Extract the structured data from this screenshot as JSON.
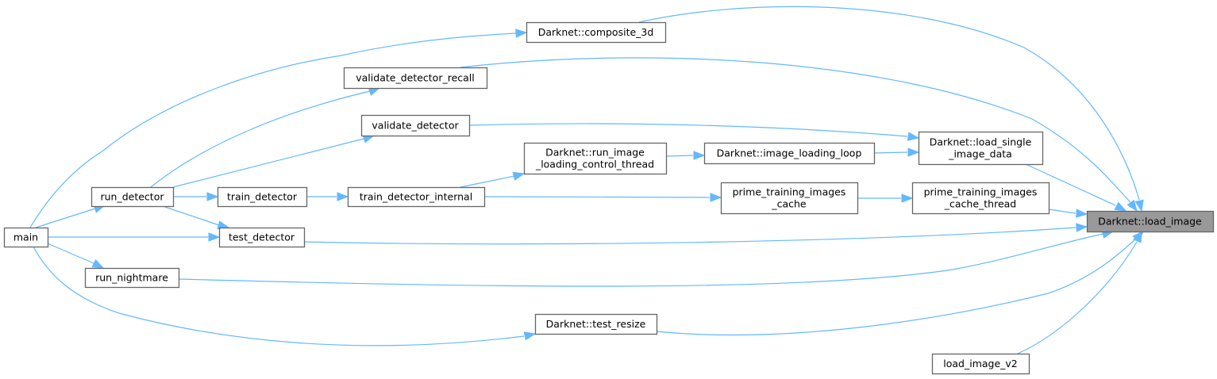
{
  "title": "Caller graph of Darknet::load_image",
  "colors": {
    "edge": "#63b8ff",
    "node_border": "#666666",
    "node_fill": "#ffffff",
    "root_fill": "#999999"
  },
  "nodes": [
    {
      "id": "load_image",
      "lines": [
        "Darknet::load_image"
      ],
      "root": true
    },
    {
      "id": "composite_3d",
      "lines": [
        "Darknet::composite_3d"
      ]
    },
    {
      "id": "validate_detector_recall",
      "lines": [
        "validate_detector_recall"
      ]
    },
    {
      "id": "validate_detector",
      "lines": [
        "validate_detector"
      ]
    },
    {
      "id": "load_single_image_data",
      "lines": [
        "Darknet::load_single",
        "_image_data"
      ]
    },
    {
      "id": "image_loading_loop",
      "lines": [
        "Darknet::image_loading_loop"
      ]
    },
    {
      "id": "run_image_loading_control_thread",
      "lines": [
        "Darknet::run_image",
        "_loading_control_thread"
      ]
    },
    {
      "id": "prime_training_images_cache_thread",
      "lines": [
        "prime_training_images",
        "_cache_thread"
      ]
    },
    {
      "id": "prime_training_images_cache",
      "lines": [
        "prime_training_images",
        "_cache"
      ]
    },
    {
      "id": "train_detector_internal",
      "lines": [
        "train_detector_internal"
      ]
    },
    {
      "id": "train_detector",
      "lines": [
        "train_detector"
      ]
    },
    {
      "id": "run_detector",
      "lines": [
        "run_detector"
      ]
    },
    {
      "id": "test_detector",
      "lines": [
        "test_detector"
      ]
    },
    {
      "id": "main",
      "lines": [
        "main"
      ]
    },
    {
      "id": "run_nightmare",
      "lines": [
        "run_nightmare"
      ]
    },
    {
      "id": "test_resize",
      "lines": [
        "Darknet::test_resize"
      ]
    },
    {
      "id": "load_image_v2",
      "lines": [
        "load_image_v2"
      ]
    }
  ],
  "edges": [
    {
      "from": "main",
      "to": "composite_3d"
    },
    {
      "from": "main",
      "to": "run_detector"
    },
    {
      "from": "main",
      "to": "test_detector"
    },
    {
      "from": "main",
      "to": "run_nightmare"
    },
    {
      "from": "main",
      "to": "test_resize"
    },
    {
      "from": "run_detector",
      "to": "validate_detector_recall"
    },
    {
      "from": "run_detector",
      "to": "validate_detector"
    },
    {
      "from": "run_detector",
      "to": "train_detector"
    },
    {
      "from": "run_detector",
      "to": "test_detector"
    },
    {
      "from": "train_detector",
      "to": "train_detector_internal"
    },
    {
      "from": "train_detector_internal",
      "to": "run_image_loading_control_thread"
    },
    {
      "from": "train_detector_internal",
      "to": "prime_training_images_cache"
    },
    {
      "from": "run_image_loading_control_thread",
      "to": "image_loading_loop"
    },
    {
      "from": "image_loading_loop",
      "to": "load_single_image_data"
    },
    {
      "from": "validate_detector",
      "to": "load_single_image_data"
    },
    {
      "from": "prime_training_images_cache",
      "to": "prime_training_images_cache_thread"
    },
    {
      "from": "composite_3d",
      "to": "load_image"
    },
    {
      "from": "validate_detector_recall",
      "to": "load_image"
    },
    {
      "from": "load_single_image_data",
      "to": "load_image"
    },
    {
      "from": "prime_training_images_cache_thread",
      "to": "load_image"
    },
    {
      "from": "test_detector",
      "to": "load_image"
    },
    {
      "from": "run_nightmare",
      "to": "load_image"
    },
    {
      "from": "test_resize",
      "to": "load_image"
    },
    {
      "from": "load_image_v2",
      "to": "load_image"
    }
  ]
}
